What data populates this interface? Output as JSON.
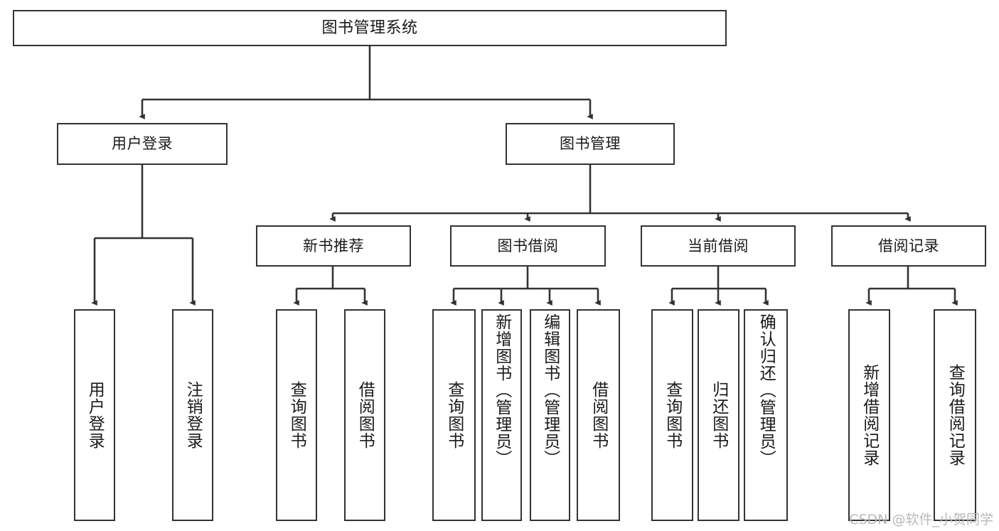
{
  "diagram": {
    "title": "图书管理系统",
    "type": "tree-hierarchy-chart",
    "root": {
      "label": "图书管理系统"
    },
    "level1": [
      {
        "label": "用户登录"
      },
      {
        "label": "图书管理"
      }
    ],
    "level2": [
      {
        "label": "新书推荐"
      },
      {
        "label": "图书借阅"
      },
      {
        "label": "当前借阅"
      },
      {
        "label": "借阅记录"
      }
    ],
    "leaves": {
      "user_login": [
        {
          "label": "用户登录"
        },
        {
          "label": "注销登录"
        }
      ],
      "new_book_recommend": [
        {
          "label": "查询图书"
        },
        {
          "label": "借阅图书"
        }
      ],
      "book_borrow": [
        {
          "label": "查询图书"
        },
        {
          "label": "新增图书（管理员）"
        },
        {
          "label": "编辑图书（管理员）"
        },
        {
          "label": "借阅图书"
        }
      ],
      "current_borrow": [
        {
          "label": "查询图书"
        },
        {
          "label": "归还图书"
        },
        {
          "label": "确认归还（管理员）"
        }
      ],
      "borrow_record": [
        {
          "label": "新增借阅记录"
        },
        {
          "label": "查询借阅记录"
        }
      ]
    }
  },
  "watermark": {
    "text": "CSDN @软件_小贺同学"
  },
  "colors": {
    "border": "#333333",
    "background": "#ffffff",
    "text": "#1a1a1a",
    "watermark": "#b9b9b9",
    "edge": "#333333"
  }
}
